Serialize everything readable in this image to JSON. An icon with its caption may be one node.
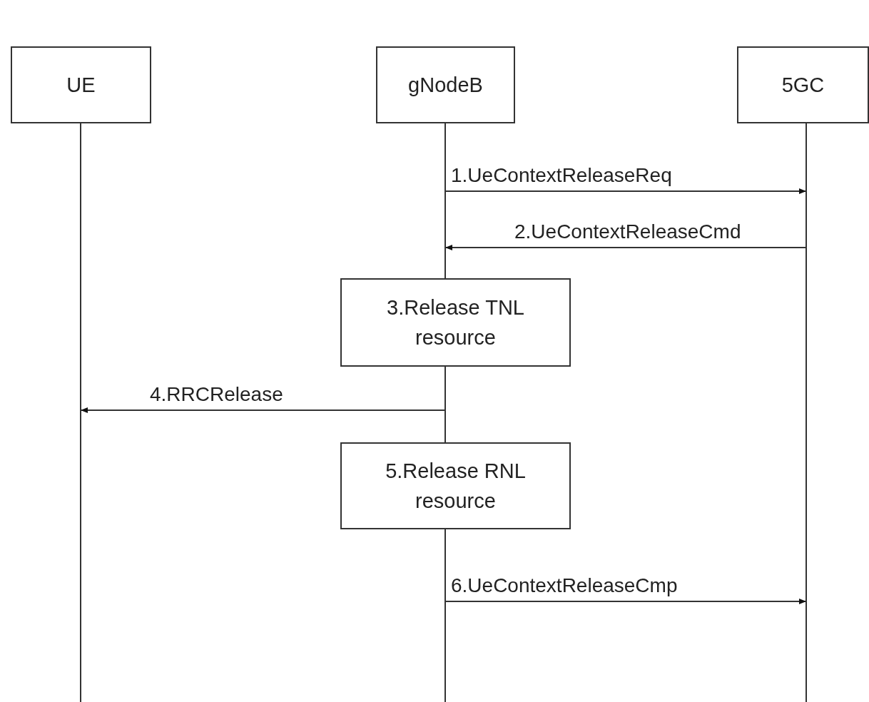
{
  "diagram": {
    "nodes": [
      {
        "text": [
          "UE"
        ]
      },
      {
        "text": [
          "gNodeB"
        ]
      },
      {
        "text": [
          "5GC"
        ]
      },
      {
        "text": [
          "3.Release TNL resource"
        ]
      },
      {
        "text": [
          "5.Release RNL resource"
        ]
      }
    ],
    "edges": [
      {
        "from": 1,
        "to": 2,
        "arrow": "to",
        "label": "1.UeContextReleaseReq"
      },
      {
        "from": 2,
        "to": 1,
        "arrow": "to",
        "label": "2.UeContextReleaseCmd"
      },
      {
        "from": 1,
        "to": 0,
        "arrow": "to",
        "label": "4.RRCRelease"
      },
      {
        "from": 1,
        "to": 2,
        "arrow": "to",
        "label": "6.UeContextReleaseCmp"
      }
    ]
  }
}
